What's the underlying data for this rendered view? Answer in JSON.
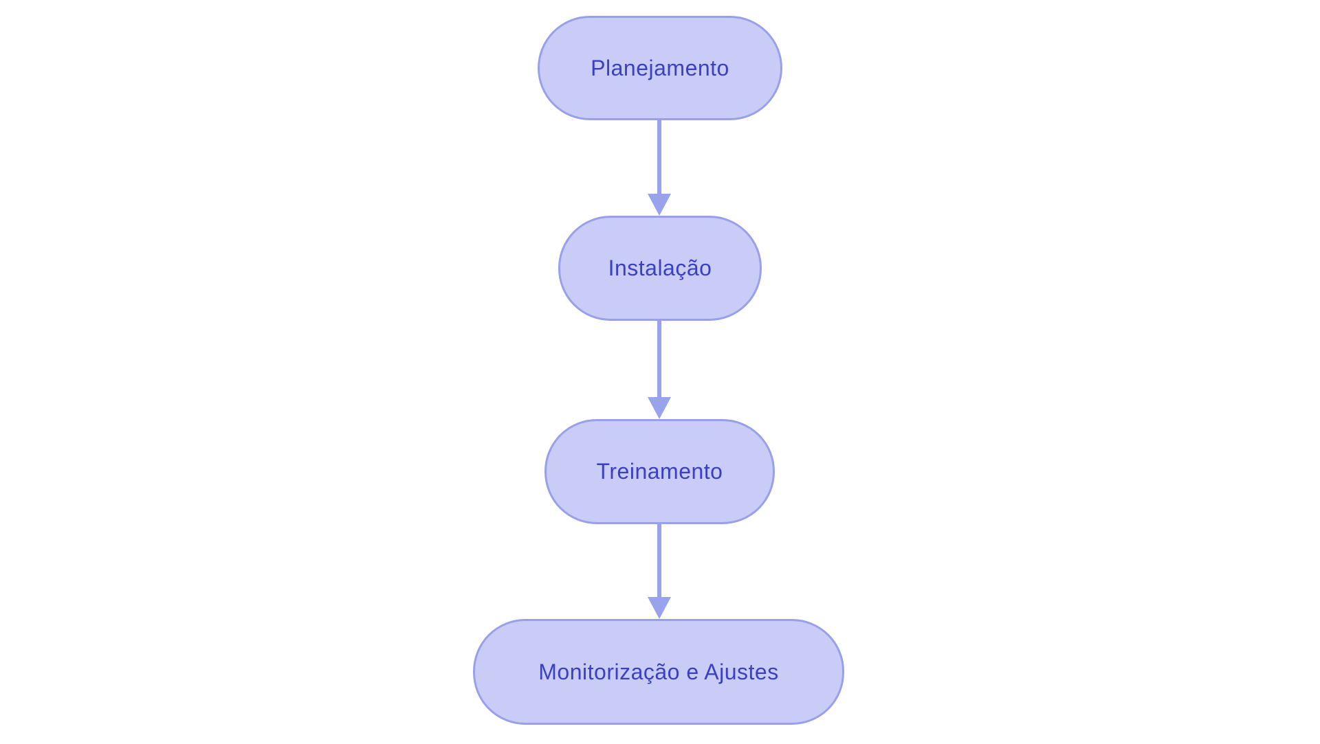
{
  "diagram": {
    "type": "flowchart",
    "direction": "top-down",
    "nodes": [
      {
        "id": "planejamento",
        "label": "Planejamento"
      },
      {
        "id": "instalacao",
        "label": "Instalação"
      },
      {
        "id": "treinamento",
        "label": "Treinamento"
      },
      {
        "id": "monitorizacao-e-ajustes",
        "label": "Monitorização e Ajustes"
      }
    ],
    "edges": [
      {
        "from": "planejamento",
        "to": "instalacao"
      },
      {
        "from": "instalacao",
        "to": "treinamento"
      },
      {
        "from": "treinamento",
        "to": "monitorizacao-e-ajustes"
      }
    ],
    "colors": {
      "background": "#ffffff",
      "node_fill": "#c9ccf7",
      "node_border": "#99a0ea",
      "node_text": "#3a3fc4",
      "arrow": "#99a2ec"
    }
  }
}
